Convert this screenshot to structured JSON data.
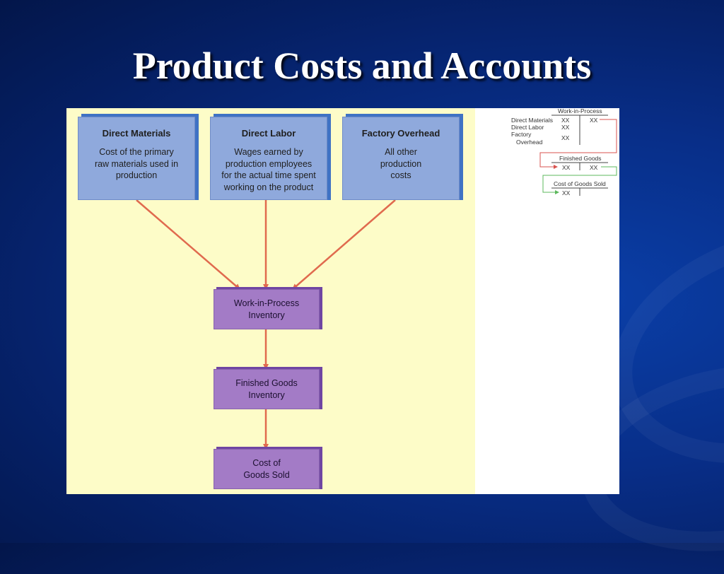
{
  "slide": {
    "title": "Product Costs and Accounts"
  },
  "cost_categories": [
    {
      "heading": "Direct Materials",
      "description": "Cost of the primary\nraw materials used in\nproduction"
    },
    {
      "heading": "Direct Labor",
      "description": "Wages earned by\nproduction employees\nfor the actual time spent\nworking on the product"
    },
    {
      "heading": "Factory Overhead",
      "description": "All other\nproduction\ncosts"
    }
  ],
  "inventory_flow": [
    {
      "label": "Work-in-Process\nInventory"
    },
    {
      "label": "Finished Goods\nInventory"
    },
    {
      "label": "Cost of\nGoods Sold"
    }
  ],
  "t_accounts": {
    "wip": {
      "title": "Work-in-Process",
      "debit_labels": [
        "Direct Materials",
        "Direct Labor",
        "Factory",
        "Overhead"
      ],
      "debit_values": [
        "XX",
        "XX",
        "XX"
      ],
      "credit_value": "XX"
    },
    "finished_goods": {
      "title": "Finished Goods",
      "debit_value": "XX",
      "credit_value": "XX"
    },
    "cogs": {
      "title": "Cost of Goods Sold",
      "debit_value": "XX"
    }
  },
  "colors": {
    "cost_box": "#8fa9dc",
    "inventory_box": "#a37bc6",
    "flow_arrow": "#e06a4e",
    "wip_link": "#d9534f",
    "fg_link": "#5cb85c"
  }
}
